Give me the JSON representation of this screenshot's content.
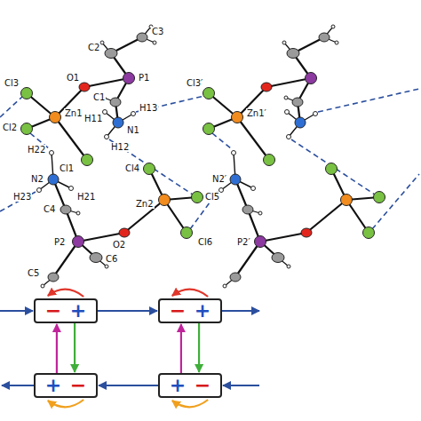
{
  "diagram": {
    "nodes": [
      {
        "text": [
          "−",
          "+"
        ]
      },
      {
        "text": [
          "−",
          "+"
        ]
      },
      {
        "text": [
          "+",
          "−"
        ]
      },
      {
        "text": [
          "+",
          "−"
        ]
      }
    ],
    "edges": [
      {
        "from": 0,
        "to": 1,
        "arrow": "to"
      },
      {
        "from": 3,
        "to": 2,
        "arrow": "to"
      },
      {
        "from": 2,
        "to": 0,
        "arrow": "to"
      },
      {
        "from": 0,
        "to": 2,
        "arrow": "to"
      },
      {
        "from": 3,
        "to": 1,
        "arrow": "to"
      },
      {
        "from": 1,
        "to": 3,
        "arrow": "to"
      }
    ],
    "labels": [
      "Cl3",
      "Zn1",
      "Cl2",
      "Cl1",
      "O1",
      "P1",
      "C2",
      "C3",
      "C1",
      "H11",
      "H13",
      "N1",
      "H12",
      "H22",
      "N2",
      "H23",
      "H21",
      "C4",
      "P2",
      "O2",
      "Zn2",
      "Cl4",
      "Cl5",
      "Cl6",
      "C6",
      "C5",
      "Cl3′",
      "Zn1′",
      "N2′",
      "P2′"
    ]
  }
}
